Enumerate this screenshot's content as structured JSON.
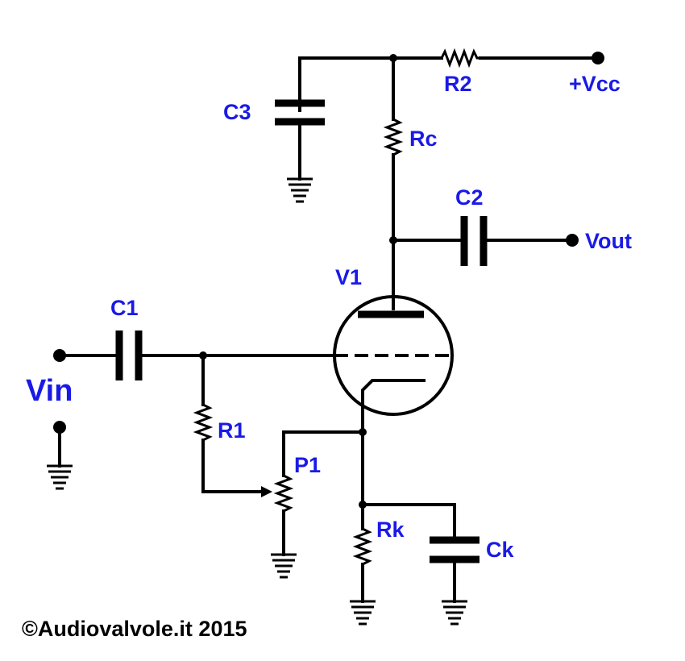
{
  "labels": {
    "c3": "C3",
    "r2": "R2",
    "vcc": "+Vcc",
    "rc": "Rc",
    "c2": "C2",
    "vout": "Vout",
    "v1": "V1",
    "c1": "C1",
    "vin": "Vin",
    "r1": "R1",
    "p1": "P1",
    "rk": "Rk",
    "ck": "Ck"
  },
  "copyright": "©Audiovalvole.it 2015"
}
